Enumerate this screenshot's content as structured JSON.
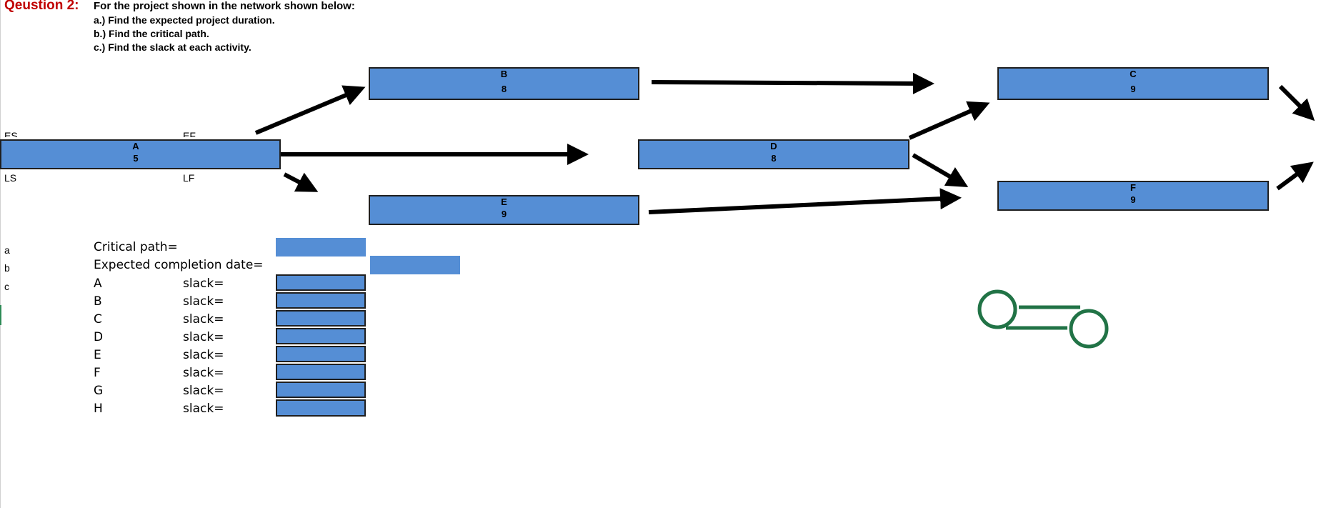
{
  "heading": {
    "title": "Qeustion 2:",
    "prompt": "For the project shown in the network shown below:",
    "parts": [
      "a.) Find the expected project duration.",
      "b.) Find the critical path.",
      "c.) Find the slack at each activity."
    ]
  },
  "corners": {
    "es": "ES",
    "ef": "EF",
    "ls": "LS",
    "lf": "LF"
  },
  "activities": [
    {
      "name": "A",
      "duration": "5"
    },
    {
      "name": "B",
      "duration": "8"
    },
    {
      "name": "C",
      "duration": "9"
    },
    {
      "name": "D",
      "duration": "8"
    },
    {
      "name": "E",
      "duration": "9"
    },
    {
      "name": "F",
      "duration": "9"
    }
  ],
  "questions": {
    "a": {
      "letter": "a",
      "label": "Critical path="
    },
    "b": {
      "letter": "b",
      "label": "Expected completion date="
    },
    "c": {
      "letter": "c"
    }
  },
  "slack_rows": [
    {
      "activity": "A",
      "label": "slack="
    },
    {
      "activity": "B",
      "label": "slack="
    },
    {
      "activity": "C",
      "label": "slack="
    },
    {
      "activity": "D",
      "label": "slack="
    },
    {
      "activity": "E",
      "label": "slack="
    },
    {
      "activity": "F",
      "label": "slack="
    },
    {
      "activity": "G",
      "label": "slack="
    },
    {
      "activity": "H",
      "label": "slack="
    }
  ],
  "colors": {
    "node_fill": "#558ed5",
    "title_red": "#c00000",
    "logo_green": "#217346"
  },
  "icons": {
    "logo": "excel-link-circles-icon"
  }
}
